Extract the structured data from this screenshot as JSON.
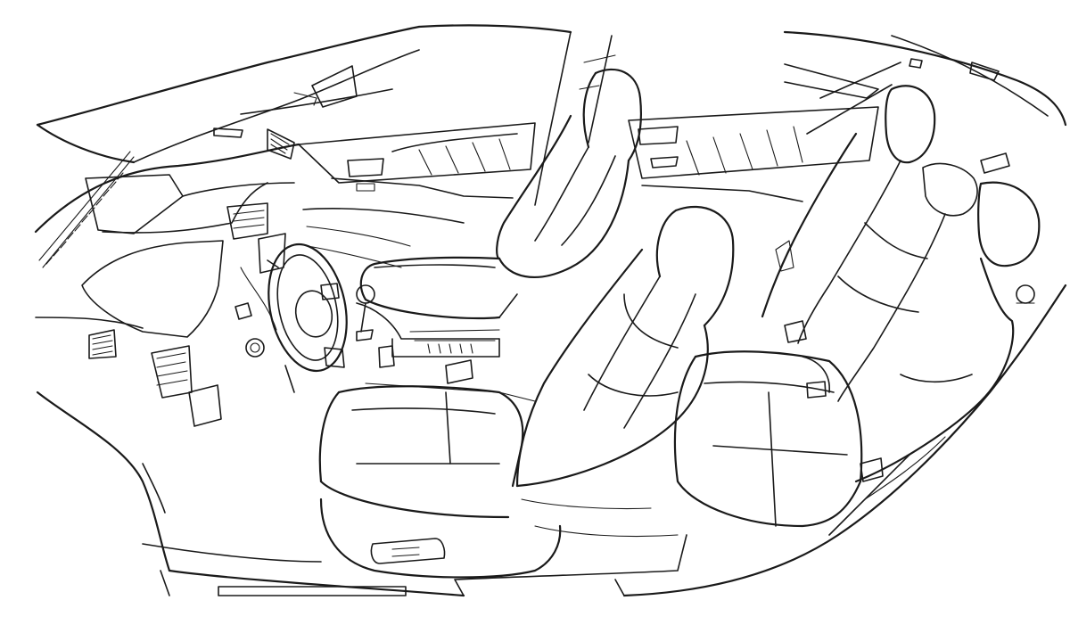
{
  "illustration": {
    "kind": "line-art",
    "background_color": "#ffffff",
    "line_color": "#1a1a1a",
    "parts": [
      "car-body-outline",
      "dashboard",
      "steering-wheel",
      "front-passenger-seat",
      "front-driver-seat",
      "rear-bench-seat",
      "center-console",
      "door-panels",
      "floor"
    ]
  }
}
